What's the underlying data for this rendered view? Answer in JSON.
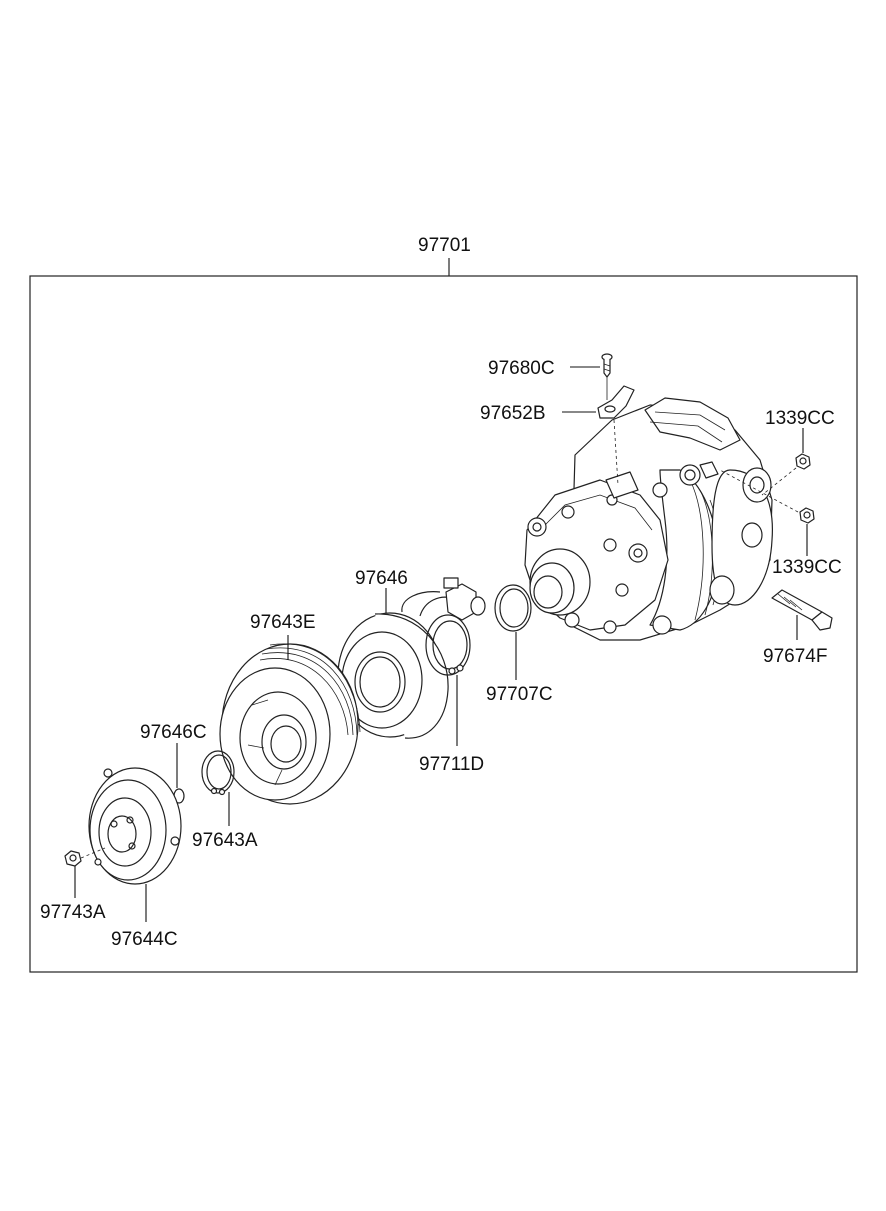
{
  "assembly": {
    "part_number": "97701"
  },
  "parts": [
    {
      "id": "bolt-97680c",
      "label": "97680C"
    },
    {
      "id": "bracket-97652b",
      "label": "97652B"
    },
    {
      "id": "nut-1339cc-top",
      "label": "1339CC"
    },
    {
      "id": "nut-1339cc-bottom",
      "label": "1339CC"
    },
    {
      "id": "sensor-97674f",
      "label": "97674F"
    },
    {
      "id": "coil-97646",
      "label": "97646"
    },
    {
      "id": "oring-97707c",
      "label": "97707C"
    },
    {
      "id": "snapring-97711d",
      "label": "97711D"
    },
    {
      "id": "pulley-97643e",
      "label": "97643E"
    },
    {
      "id": "shim-97646c",
      "label": "97646C"
    },
    {
      "id": "snapring-97643a",
      "label": "97643A"
    },
    {
      "id": "nut-97743a",
      "label": "97743A"
    },
    {
      "id": "hub-97644c",
      "label": "97644C"
    }
  ]
}
